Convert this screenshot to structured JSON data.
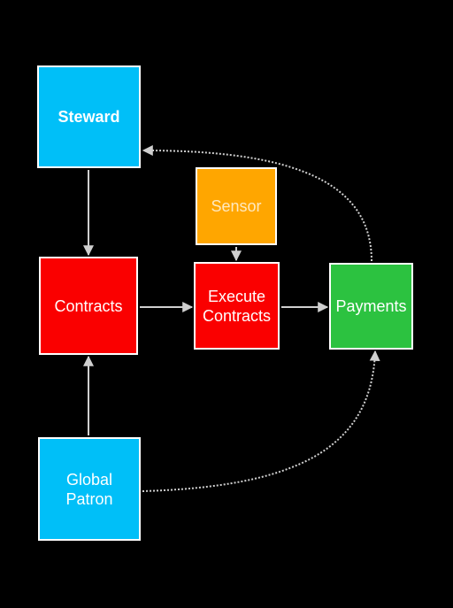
{
  "colors": {
    "background": "#000000",
    "blue": "#00bff8",
    "red": "#fa0000",
    "orange": "#ffa600",
    "green": "#2cc240",
    "edge": "#cfcfcf"
  },
  "nodes": {
    "steward": {
      "label": "Steward",
      "color": "#00bff8"
    },
    "sensor": {
      "label": "Sensor",
      "color": "#ffa600"
    },
    "contracts": {
      "label": "Contracts",
      "color": "#fa0000"
    },
    "execute": {
      "label": "Execute\nContracts",
      "color": "#fa0000"
    },
    "payments": {
      "label": "Payments",
      "color": "#2cc240"
    },
    "patron": {
      "label": "Global\nPatron",
      "color": "#00bff8"
    }
  },
  "edges": [
    {
      "from": "steward",
      "to": "contracts",
      "style": "straight"
    },
    {
      "from": "patron",
      "to": "contracts",
      "style": "straight"
    },
    {
      "from": "contracts",
      "to": "execute",
      "style": "straight"
    },
    {
      "from": "sensor",
      "to": "execute",
      "style": "straight"
    },
    {
      "from": "execute",
      "to": "payments",
      "style": "straight"
    },
    {
      "from": "payments",
      "to": "steward",
      "style": "curved"
    },
    {
      "from": "patron",
      "to": "payments",
      "style": "curved"
    }
  ]
}
